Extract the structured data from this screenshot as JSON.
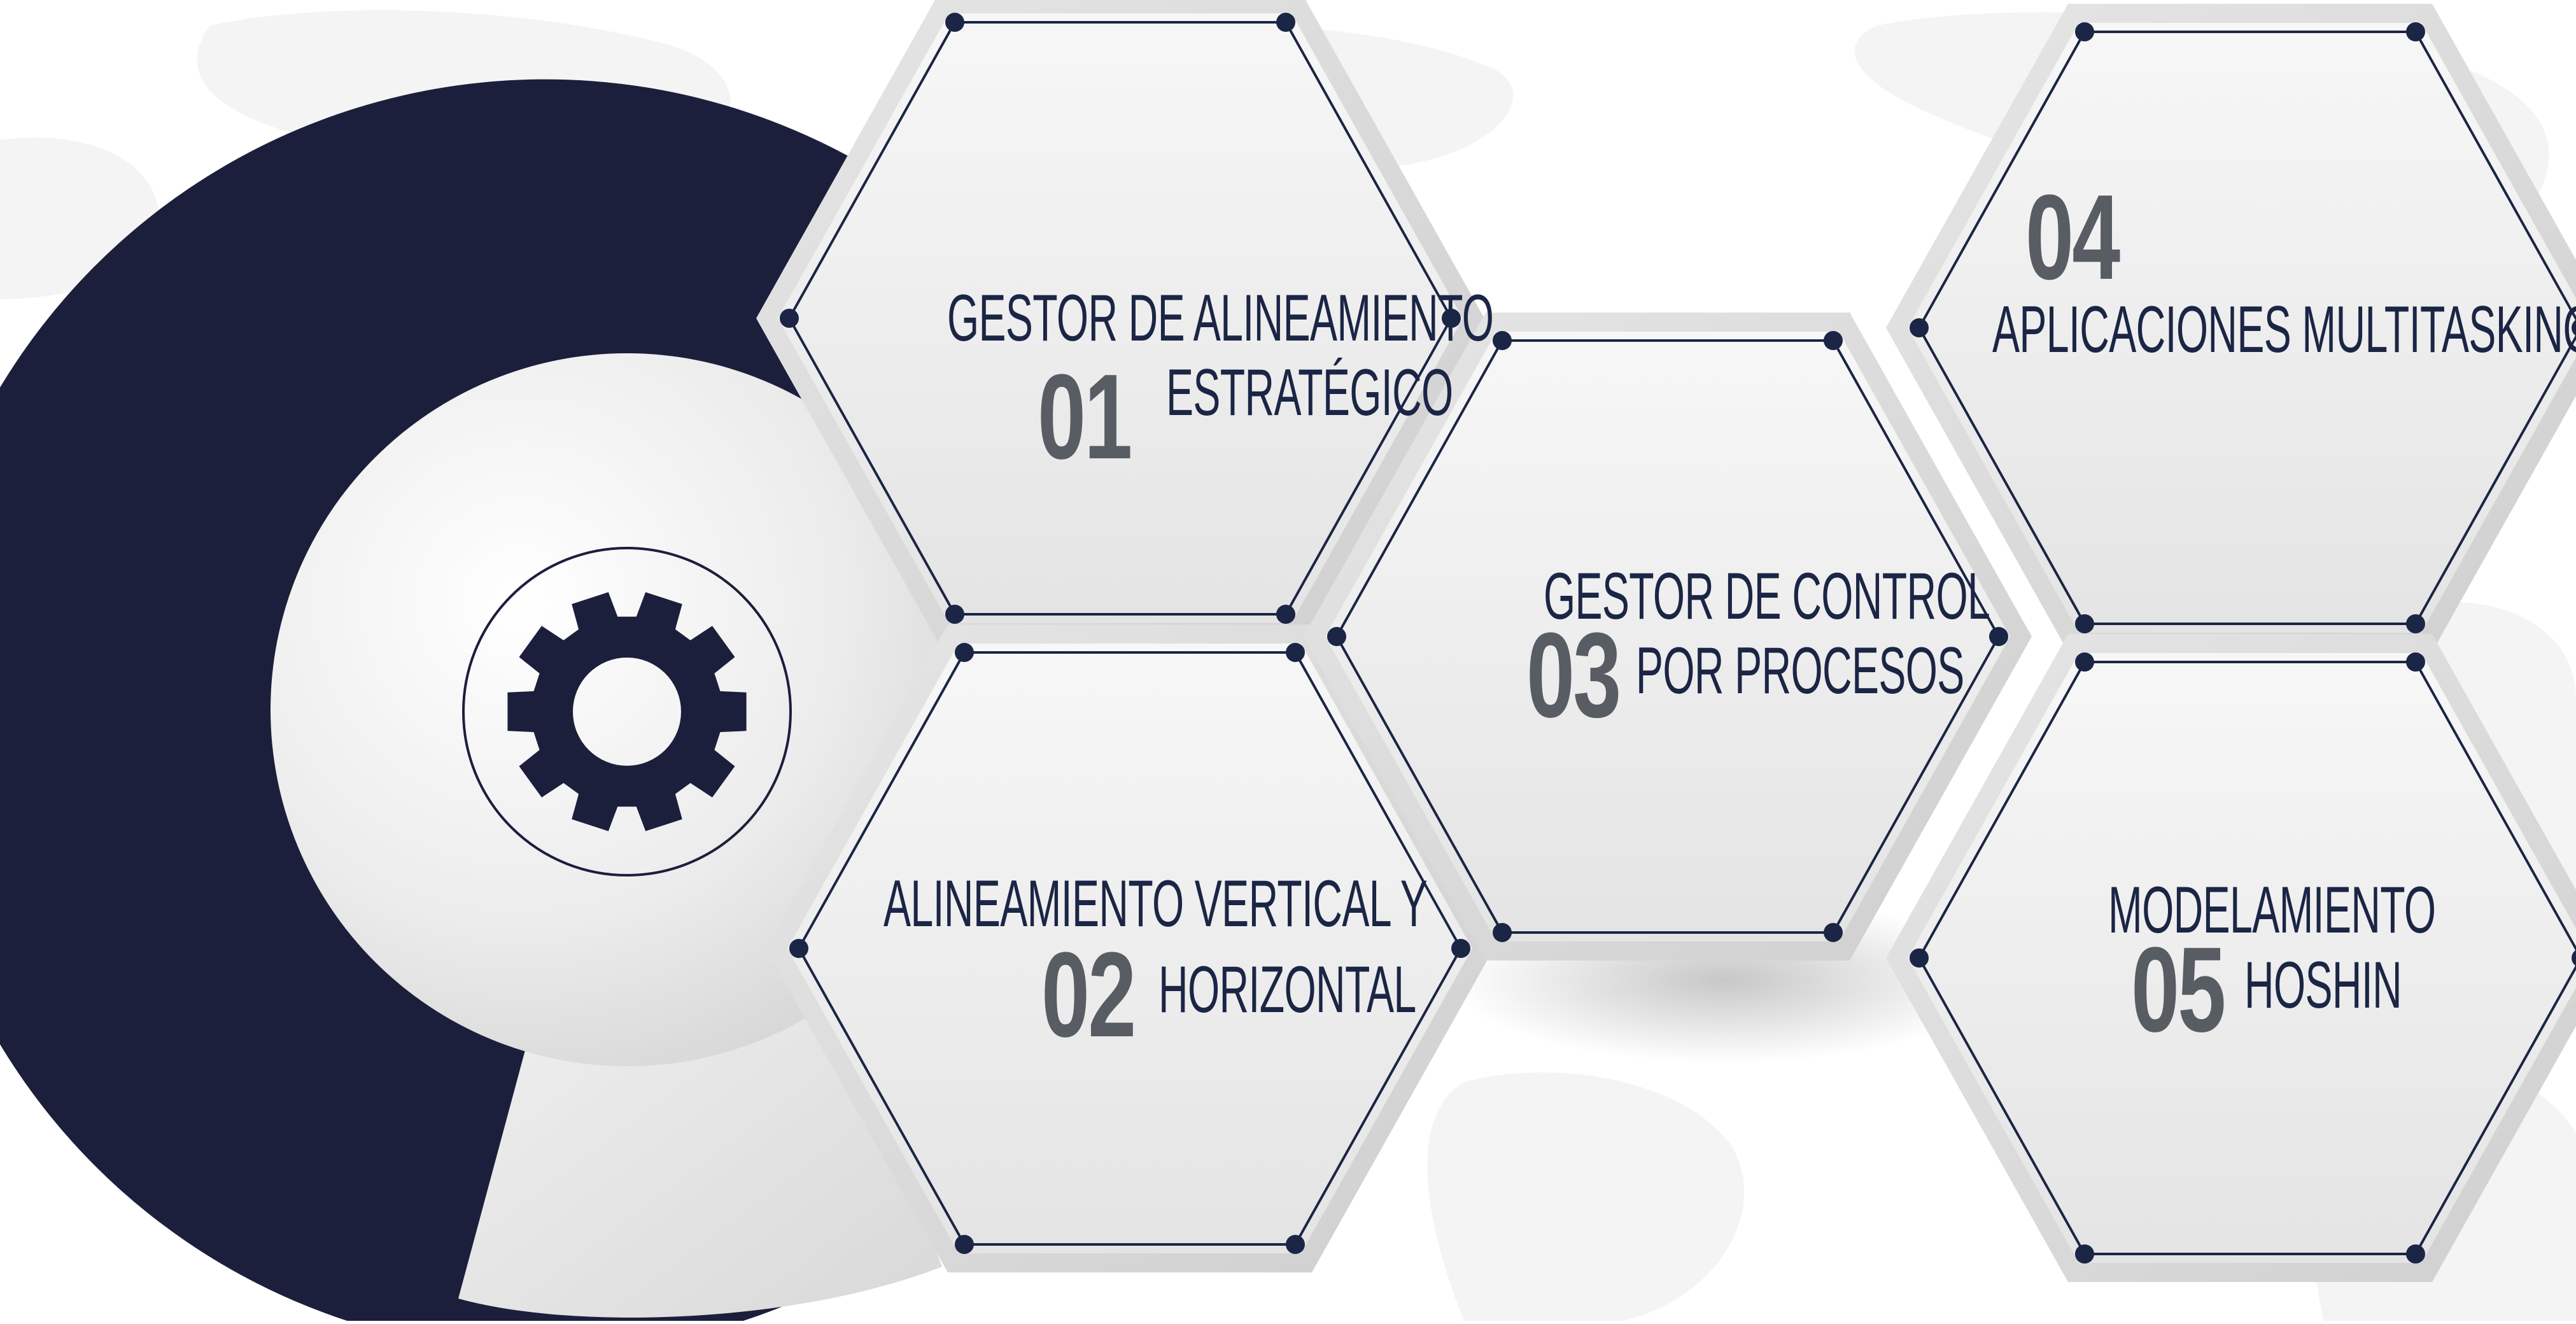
{
  "colors": {
    "navy": "#1b1f3c",
    "hex_fill": "#ececec",
    "hex_frame": "#d9d9d9",
    "line": "#1b2545",
    "number": "#585c63",
    "map": "#f3f3f3"
  },
  "center": {
    "icon": "gear-icon"
  },
  "hexagons": [
    {
      "id": "01",
      "number": "01",
      "line1": "GESTOR DE ALINEAMIENTO",
      "line2": "ESTRATÉGICO"
    },
    {
      "id": "02",
      "number": "02",
      "line1": "ALINEAMIENTO VERTICAL Y",
      "line2": "HORIZONTAL"
    },
    {
      "id": "03",
      "number": "03",
      "line1": "GESTOR DE CONTROL",
      "line2": "POR PROCESOS"
    },
    {
      "id": "04",
      "number": "04",
      "line1": "APLICACIONES  MULTITASKING",
      "line2": ""
    },
    {
      "id": "05",
      "number": "05",
      "line1": "MODELAMIENTO",
      "line2": "HOSHIN"
    }
  ]
}
